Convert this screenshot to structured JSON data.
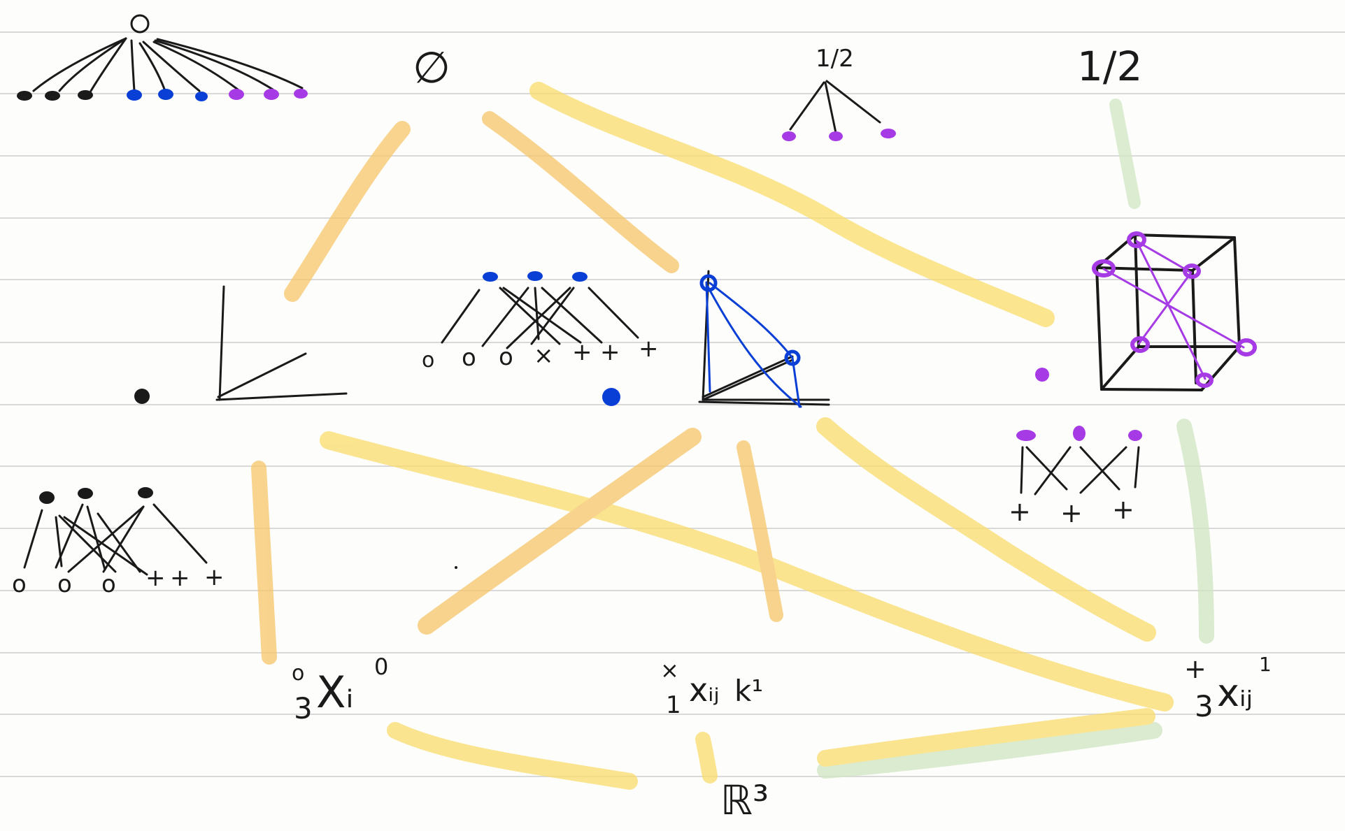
{
  "labels": {
    "top_center": "∅",
    "top_half_a": "1/2",
    "top_half_b": "1/2",
    "bottom_left_sup": "o",
    "bottom_left_pre": "3",
    "bottom_left_main": "Xᵢ",
    "bottom_left_post": "0",
    "bottom_mid_sup": "×",
    "bottom_mid_pre": "1",
    "bottom_mid_main": "xᵢⱼ",
    "bottom_mid_post": "k¹",
    "bottom_right_sup": "+",
    "bottom_right_pre": "3",
    "bottom_right_main": "xᵢⱼ",
    "bottom_right_post": "1",
    "bottom_center": "ℝ³",
    "tree_left_leaves": [
      "o",
      "o",
      "o",
      "+",
      "+",
      "+"
    ],
    "tree_mid_leaves": [
      "o",
      "o",
      "o",
      "×",
      "+",
      "+",
      "+"
    ],
    "tree_right_leaves": [
      "+",
      "+",
      "+"
    ]
  },
  "colors": {
    "ink": "#1a1a1a",
    "blue": "#0a3fd6",
    "purple": "#a63be6",
    "highlight_orange": "#f7c56a",
    "highlight_yellow": "#f9dc6b",
    "highlight_green": "#cfe5c2",
    "rule_line": "#d9d9d9"
  }
}
